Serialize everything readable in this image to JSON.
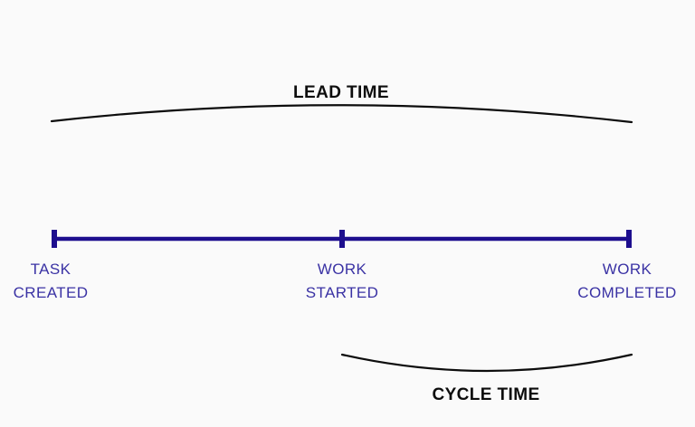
{
  "diagram": {
    "lead_time_label": "LEAD TIME",
    "cycle_time_label": "CYCLE TIME",
    "milestones": [
      {
        "id": "task-created",
        "line1": "TASK",
        "line2": "CREATED"
      },
      {
        "id": "work-started",
        "line1": "WORK",
        "line2": "STARTED"
      },
      {
        "id": "work-completed",
        "line1": "WORK",
        "line2": "COMPLETED"
      }
    ]
  },
  "colors": {
    "background": "#fafafa",
    "ink": "#0d0d0d",
    "timeline": "#1d0e8e",
    "milestone-text": "#3a32a4"
  }
}
